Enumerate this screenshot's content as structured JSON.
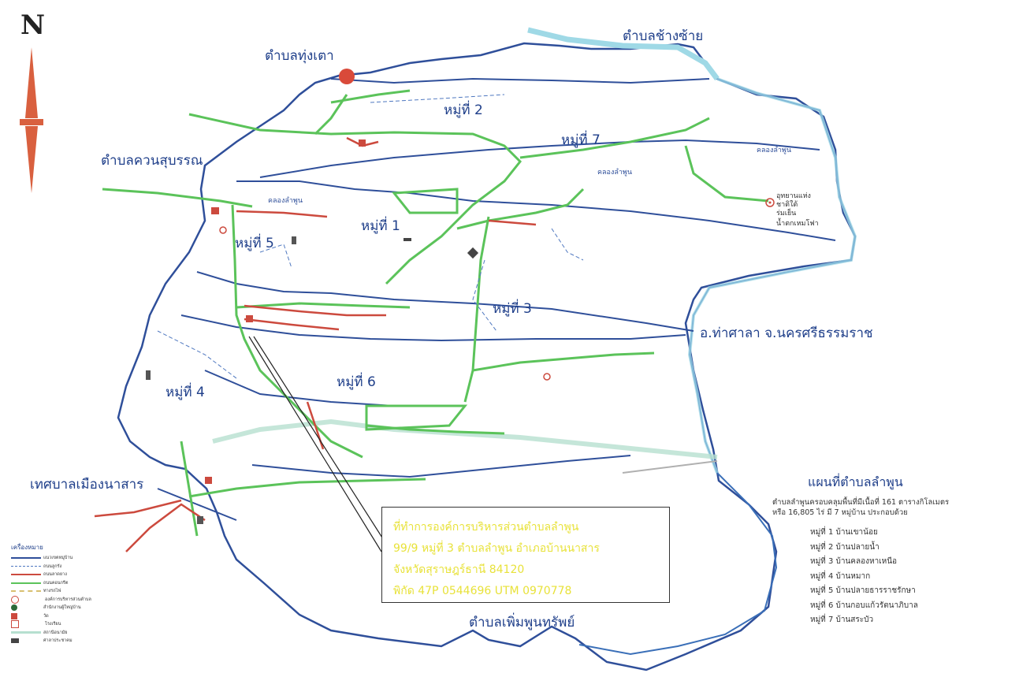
{
  "map": {
    "north": "N",
    "labels": {
      "tambon_thung_tao": "ตำบลทุ่งเตา",
      "tambon_chang_sai": "ตำบลช้างซ้าย",
      "tambon_khuan_suban": "ตำบลควนสุบรรณ",
      "tessaban_nasan": "เทศบาลเมืองนาสาร",
      "tambon_phoem_phun_sap": "ตำบลเพิ่มพูนทรัพย์",
      "tha_sala": "อ.ท่าศาลา จ.นครศรีธรรมราช",
      "moo1": "หมู่ที่ 1",
      "moo2": "หมู่ที่ 2",
      "moo3": "หมู่ที่ 3",
      "moo4": "หมู่ที่ 4",
      "moo5": "หมู่ที่ 5",
      "moo6": "หมู่ที่ 6",
      "moo7": "หมู่ที่ 7",
      "khlong_a": "คลองลำพูน",
      "khlong_b": "คลองลำพูน",
      "khlong_c": "คลองลำพูน",
      "park": "อุทยานแห่งชาติใต้ร่มเย็น",
      "waterfall": "น้ำตกเหมโฟา"
    }
  },
  "hq": {
    "line1": "ที่ทำการองค์การบริหารส่วนตำบลลำพูน",
    "line2": "99/9 หมู่ที่ 3 ตำบลลำพูน อำเภอบ้านนาสาร",
    "line3": "จังหวัดสุราษฎร์ธานี 84120",
    "line4": "พิกัด 47P 0544696 UTM 0970778"
  },
  "info": {
    "title": "แผนที่ตำบลลำพูน",
    "desc1": "ตำบลลำพูนครอบคลุมพื้นที่มีเนื้อที่ 161 ตารางกิโลเมตร",
    "desc2": "หรือ 16,805 ไร่ มี 7 หมู่บ้าน ประกอบด้วย",
    "villages": [
      "หมู่ที่ 1 บ้านเขาน้อย",
      "หมู่ที่ 2 บ้านปลายน้ำ",
      "หมู่ที่ 3 บ้านคลองหาเหนือ",
      "หมู่ที่ 4 บ้านหมาก",
      "หมู่ที่ 5 บ้านปลายธารราชรักษา",
      "หมู่ที่ 6 บ้านกอบแก้วรัตนาภิบาล",
      "หมู่ที่ 7 บ้านสระบัว"
    ]
  },
  "legend": {
    "title": "เครื่องหมาย",
    "items": [
      "แนวเขตหมู่บ้าน",
      "ถนนลูกรัง",
      "ถนนลาดยาง",
      "ถนนคอนกรีต",
      "ทางรถไฟ",
      "องค์การบริหารส่วนตำบล",
      "สำนักงานผู้ใหญ่บ้าน",
      "วัด",
      "โรงเรียน",
      "สถานีอนามัย",
      "ศาลาประชาคม"
    ]
  },
  "colors": {
    "boundary": "#2f4f9a",
    "river": "#9fd9e6",
    "road_concrete": "#5bc35a",
    "road_asphalt": "#cc4a3e",
    "label": "#1f3f8a",
    "hq_text": "#e8e23a",
    "arrow": "#d9603f"
  }
}
